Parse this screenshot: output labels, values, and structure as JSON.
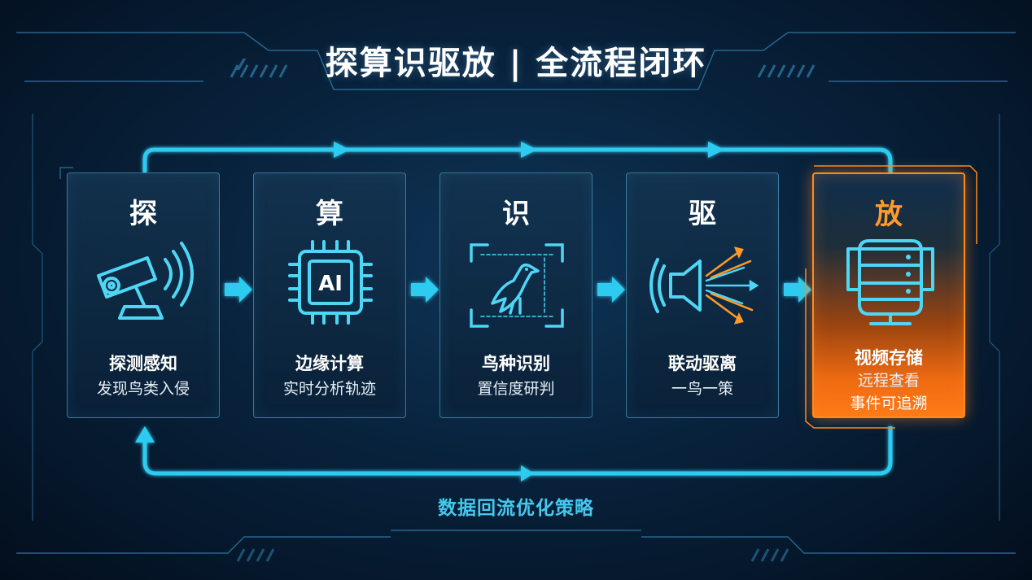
{
  "title": "探算识驱放 | 全流程闭环",
  "colors": {
    "accent": "#2ecbf0",
    "highlight": "#ff7a16",
    "background": "#082038"
  },
  "steps": [
    {
      "head": "探",
      "line1": "探测感知",
      "line2": "发现鸟类入侵",
      "icon": "camera-icon"
    },
    {
      "head": "算",
      "line1": "边缘计算",
      "line2": "实时分析轨迹",
      "icon": "ai-chip-icon",
      "icon_text": "AI"
    },
    {
      "head": "识",
      "line1": "鸟种识别",
      "line2": "置信度研判",
      "icon": "bird-recognition-icon"
    },
    {
      "head": "驱",
      "line1": "联动驱离",
      "line2": "一鸟一策",
      "icon": "speaker-icon"
    },
    {
      "head": "放",
      "line1": "视频存储",
      "line2": "远程查看",
      "line3": "事件可追溯",
      "icon": "database-icon"
    }
  ],
  "feedback_label": "数据回流优化策略"
}
